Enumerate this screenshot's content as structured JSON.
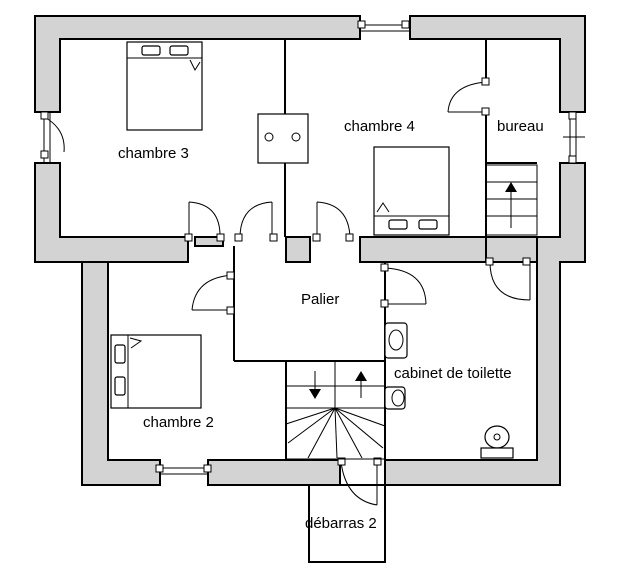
{
  "rooms": {
    "chambre3": "chambre 3",
    "chambre4": "chambre 4",
    "bureau": "bureau",
    "palier": "Palier",
    "chambre2": "chambre 2",
    "cabinet": "cabinet de toilette",
    "debarras": "débarras 2"
  }
}
